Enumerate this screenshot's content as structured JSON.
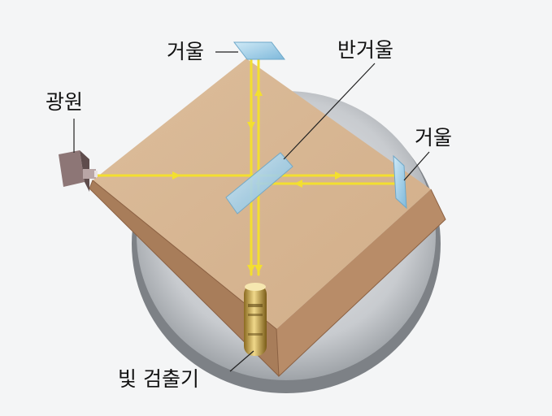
{
  "labels": {
    "mirror_top": "거울",
    "beam_splitter": "반거울",
    "light_source": "광원",
    "mirror_right": "거울",
    "detector": "빛 검출기"
  },
  "colors": {
    "background": "#f4f5f6",
    "slab_top": "#d8b793",
    "slab_side": "#b88c68",
    "beam": "#f3df2f",
    "mirror": "#a9d3ea",
    "base_disc": "#c9ccd0"
  }
}
